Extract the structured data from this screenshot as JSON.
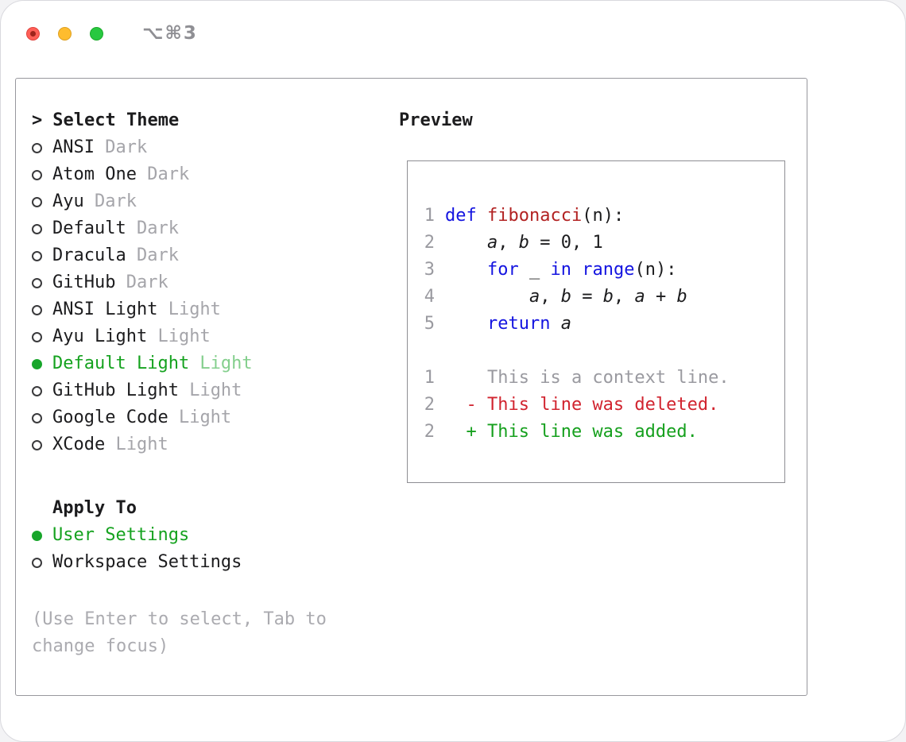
{
  "window": {
    "shortcut": "⌥⌘3"
  },
  "theme_selector": {
    "title_prefix": ">",
    "title": "Select Theme",
    "items": [
      {
        "name": "ANSI",
        "variant": "Dark",
        "selected": false
      },
      {
        "name": "Atom One",
        "variant": "Dark",
        "selected": false
      },
      {
        "name": "Ayu",
        "variant": "Dark",
        "selected": false
      },
      {
        "name": "Default",
        "variant": "Dark",
        "selected": false
      },
      {
        "name": "Dracula",
        "variant": "Dark",
        "selected": false
      },
      {
        "name": "GitHub",
        "variant": "Dark",
        "selected": false
      },
      {
        "name": "ANSI Light",
        "variant": "Light",
        "selected": false
      },
      {
        "name": "Ayu Light",
        "variant": "Light",
        "selected": false
      },
      {
        "name": "Default Light",
        "variant": "Light",
        "selected": true
      },
      {
        "name": "GitHub Light",
        "variant": "Light",
        "selected": false
      },
      {
        "name": "Google Code",
        "variant": "Light",
        "selected": false
      },
      {
        "name": "XCode",
        "variant": "Light",
        "selected": false
      }
    ]
  },
  "apply_to": {
    "title": "Apply To",
    "items": [
      {
        "label": "User Settings",
        "selected": true
      },
      {
        "label": "Workspace Settings",
        "selected": false
      }
    ]
  },
  "hint": "(Use Enter to select, Tab to change focus)",
  "preview": {
    "title": "Preview",
    "code_lines": [
      {
        "num": "1",
        "tokens": [
          {
            "text": "def",
            "cls": "kw"
          },
          {
            "text": " "
          },
          {
            "text": "fibonacci",
            "cls": "fn"
          },
          {
            "text": "(n):"
          }
        ]
      },
      {
        "num": "2",
        "tokens": [
          {
            "text": "    "
          },
          {
            "text": "a",
            "cls": "var"
          },
          {
            "text": ", "
          },
          {
            "text": "b",
            "cls": "var"
          },
          {
            "text": " = 0, 1"
          }
        ]
      },
      {
        "num": "3",
        "tokens": [
          {
            "text": "    "
          },
          {
            "text": "for",
            "cls": "kw"
          },
          {
            "text": " _ "
          },
          {
            "text": "in",
            "cls": "kw"
          },
          {
            "text": " "
          },
          {
            "text": "range",
            "cls": "kw"
          },
          {
            "text": "(n):"
          }
        ]
      },
      {
        "num": "4",
        "tokens": [
          {
            "text": "        "
          },
          {
            "text": "a",
            "cls": "var"
          },
          {
            "text": ", "
          },
          {
            "text": "b",
            "cls": "var"
          },
          {
            "text": " = "
          },
          {
            "text": "b",
            "cls": "var"
          },
          {
            "text": ", "
          },
          {
            "text": "a",
            "cls": "var"
          },
          {
            "text": " + "
          },
          {
            "text": "b",
            "cls": "var"
          }
        ]
      },
      {
        "num": "5",
        "tokens": [
          {
            "text": "    "
          },
          {
            "text": "return",
            "cls": "kw"
          },
          {
            "text": " "
          },
          {
            "text": "a",
            "cls": "var"
          }
        ]
      }
    ],
    "diff_lines": [
      {
        "num": "1",
        "type": "context",
        "text": "    This is a context line."
      },
      {
        "num": "2",
        "type": "deleted",
        "text": "  - This line was deleted."
      },
      {
        "num": "2",
        "type": "added",
        "text": "  + This line was added."
      }
    ]
  },
  "colors": {
    "accent_green": "#15a21f",
    "keyword_blue": "#1414e0",
    "function_red": "#b22222",
    "deleted_red": "#d1242f",
    "added_green": "#16a01e",
    "muted_gray": "#a5a5aa"
  }
}
